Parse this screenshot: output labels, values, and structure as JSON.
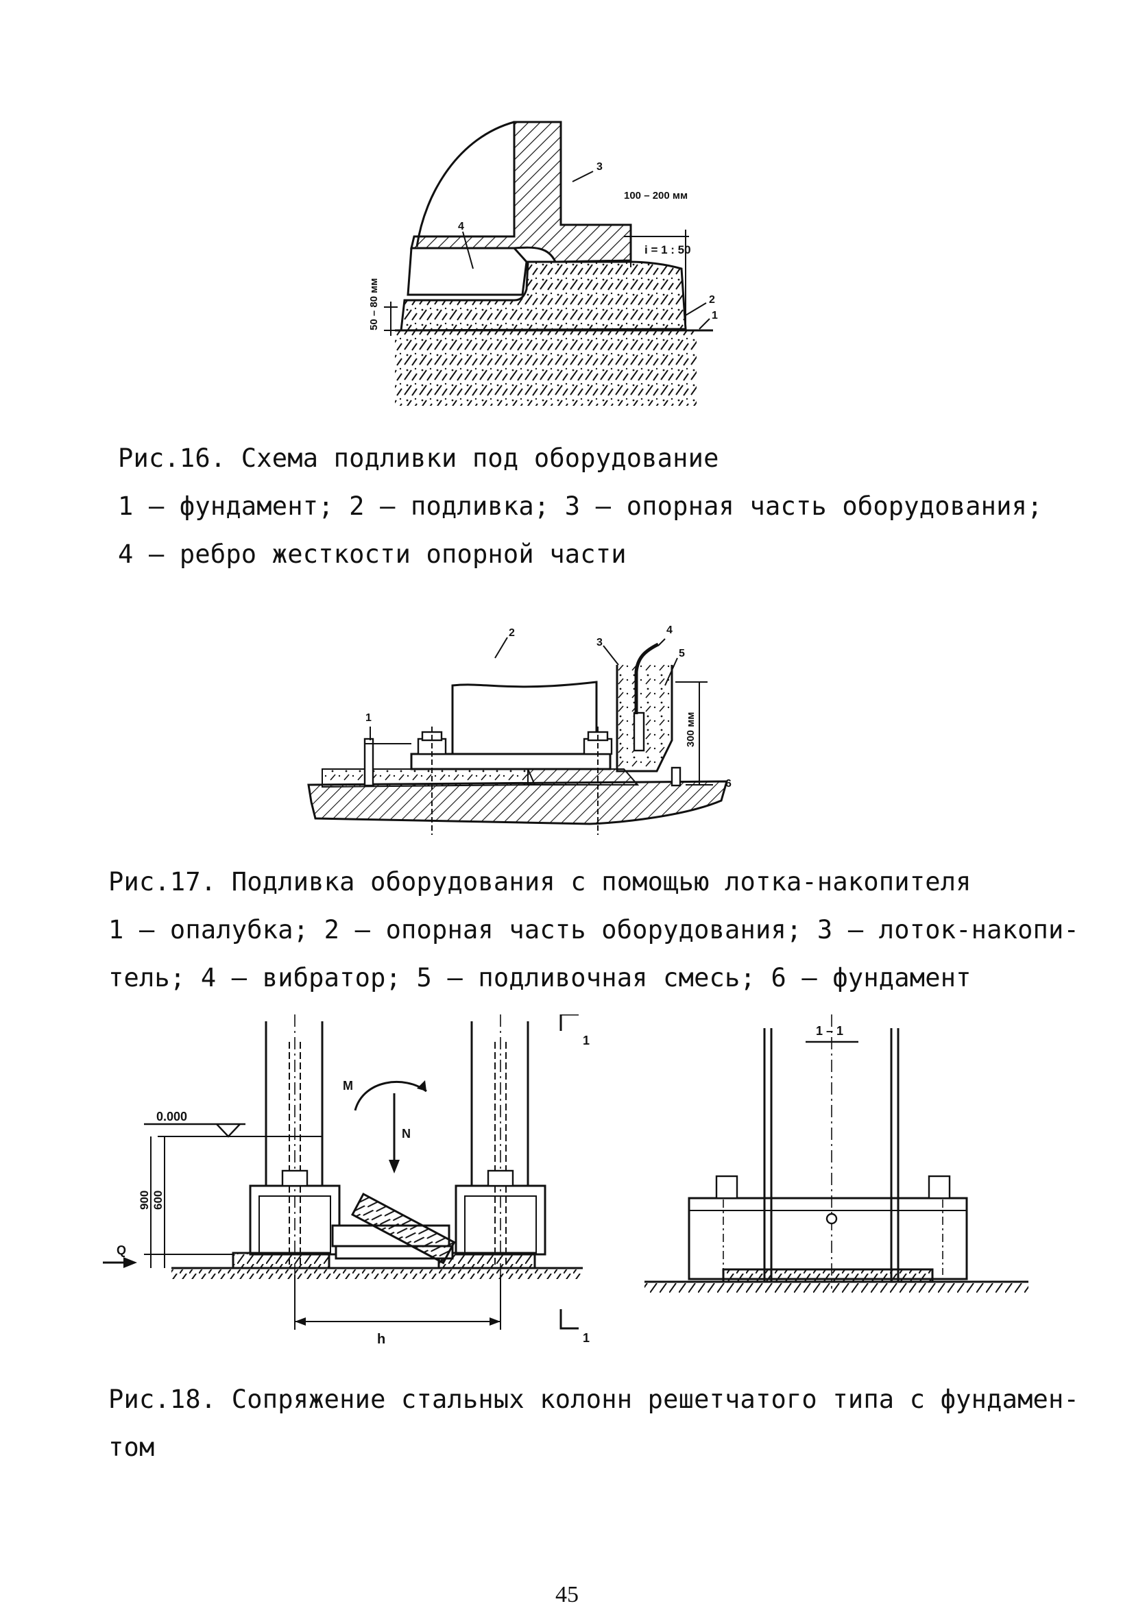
{
  "fig16": {
    "labels": {
      "n1": "1",
      "n2": "2",
      "n3": "3",
      "n4": "4"
    },
    "dim_top": "100 – 200 мм",
    "slope": "i = 1 : 50",
    "dim_left": "50 – 80 мм",
    "caption_title": "Рис.16. Схема подливки под оборудование",
    "caption_line1": "1 – фундамент; 2 – подливка; 3 – опорная часть оборудования;",
    "caption_line2": "4 – ребро жесткости опорной части"
  },
  "fig17": {
    "labels": {
      "n1": "1",
      "n2": "2",
      "n3": "3",
      "n4": "4",
      "n5": "5",
      "n6": "6"
    },
    "dim_side": "300 мм",
    "caption_title": "Рис.17. Подливка оборудования с помощью лотка-накопителя",
    "caption_line1": "1 – опалубка; 2 – опорная часть оборудования; 3 – лоток-накопи-",
    "caption_line2": "тель; 4 – вибратор; 5 – подливочная смесь; 6 – фундамент"
  },
  "fig18": {
    "level": "0.000",
    "dim_900": "900",
    "dim_600": "600",
    "M": "M",
    "N": "N",
    "Q": "Q",
    "h": "h",
    "cut_top": "1",
    "cut_bottom": "1",
    "section": "1 – 1",
    "caption_line1": "Рис.18. Сопряжение стальных колонн решетчатого типа с фундамен-",
    "caption_line2": "том"
  },
  "page_number": "45"
}
